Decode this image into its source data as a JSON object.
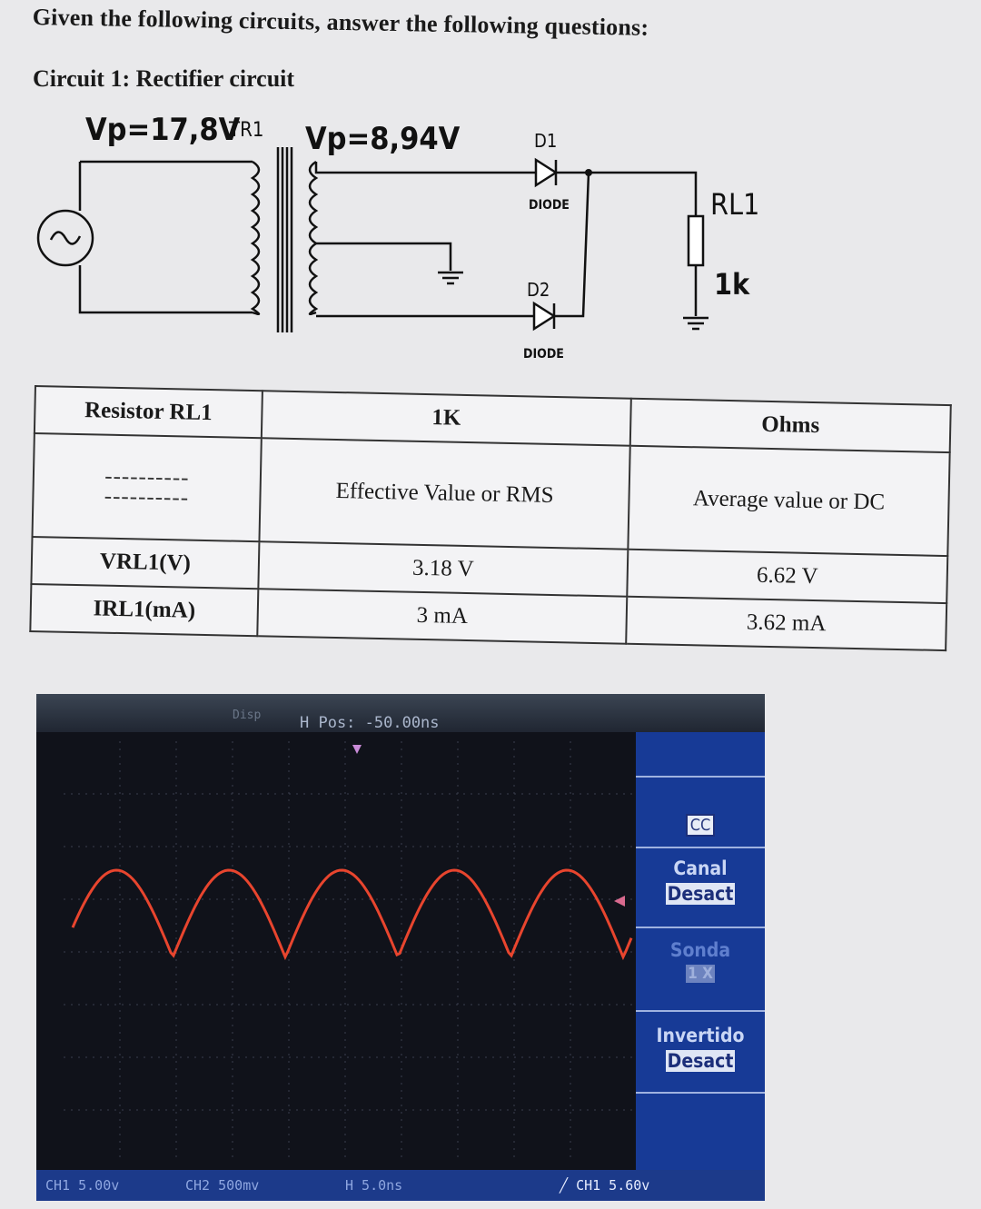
{
  "question": {
    "title": "Given the following circuits, answer the following questions:",
    "circuit_title": "Circuit 1: Rectifier circuit"
  },
  "schematic": {
    "vp_primary": "Vp=17,8V",
    "transformer": "TR1",
    "vp_secondary": "Vp=8,94V",
    "d1_label": "D1",
    "d1_type": "DIODE",
    "d2_label": "D2",
    "d2_type": "DIODE",
    "rl_label": "RL1",
    "rl_value": "1k"
  },
  "table": {
    "row1": [
      "Resistor RL1",
      "1K",
      "Ohms"
    ],
    "row2": [
      "----------\n----------",
      "Effective Value or RMS",
      "Average value or DC"
    ],
    "row3": [
      "VRL1(V)",
      "3.18 V",
      "6.62 V"
    ],
    "row4": [
      "IRL1(mA)",
      "3 mA",
      "3.62 mA"
    ]
  },
  "oscilloscope": {
    "top_disp": "Disp",
    "h_pos": "H Pos: -50.00ns",
    "coupling": "CC",
    "canal_label": "Canal",
    "canal_value": "Desact",
    "sonda_label": "Sonda",
    "sonda_value": "1 X",
    "invertido_label": "Invertido",
    "invertido_value": "Desact",
    "ch1_scale": "CH1 5.00v",
    "ch2_scale": "CH2 500mv",
    "time_scale": "H 5.0ns",
    "trigger": "CH1 5.60v",
    "trace_color": "#e8452e"
  }
}
